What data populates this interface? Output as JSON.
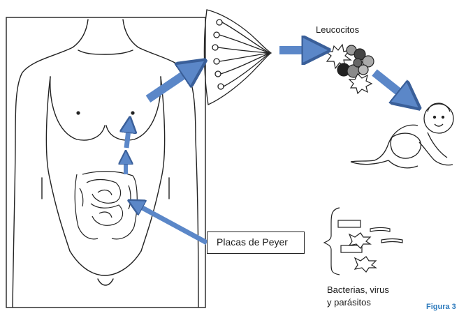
{
  "labels": {
    "leucocitos": "Leucocitos",
    "placas_de_peyer": "Placas de Peyer",
    "bacterias_line1": "Bacterias, virus",
    "bacterias_line2": "y parásitos",
    "figura": "Figura 3"
  },
  "colors": {
    "arrow_fill": "#5b87c8",
    "arrow_stroke": "#3a5f99",
    "line_art": "#222222",
    "figure_caption": "#2e7bbd"
  }
}
